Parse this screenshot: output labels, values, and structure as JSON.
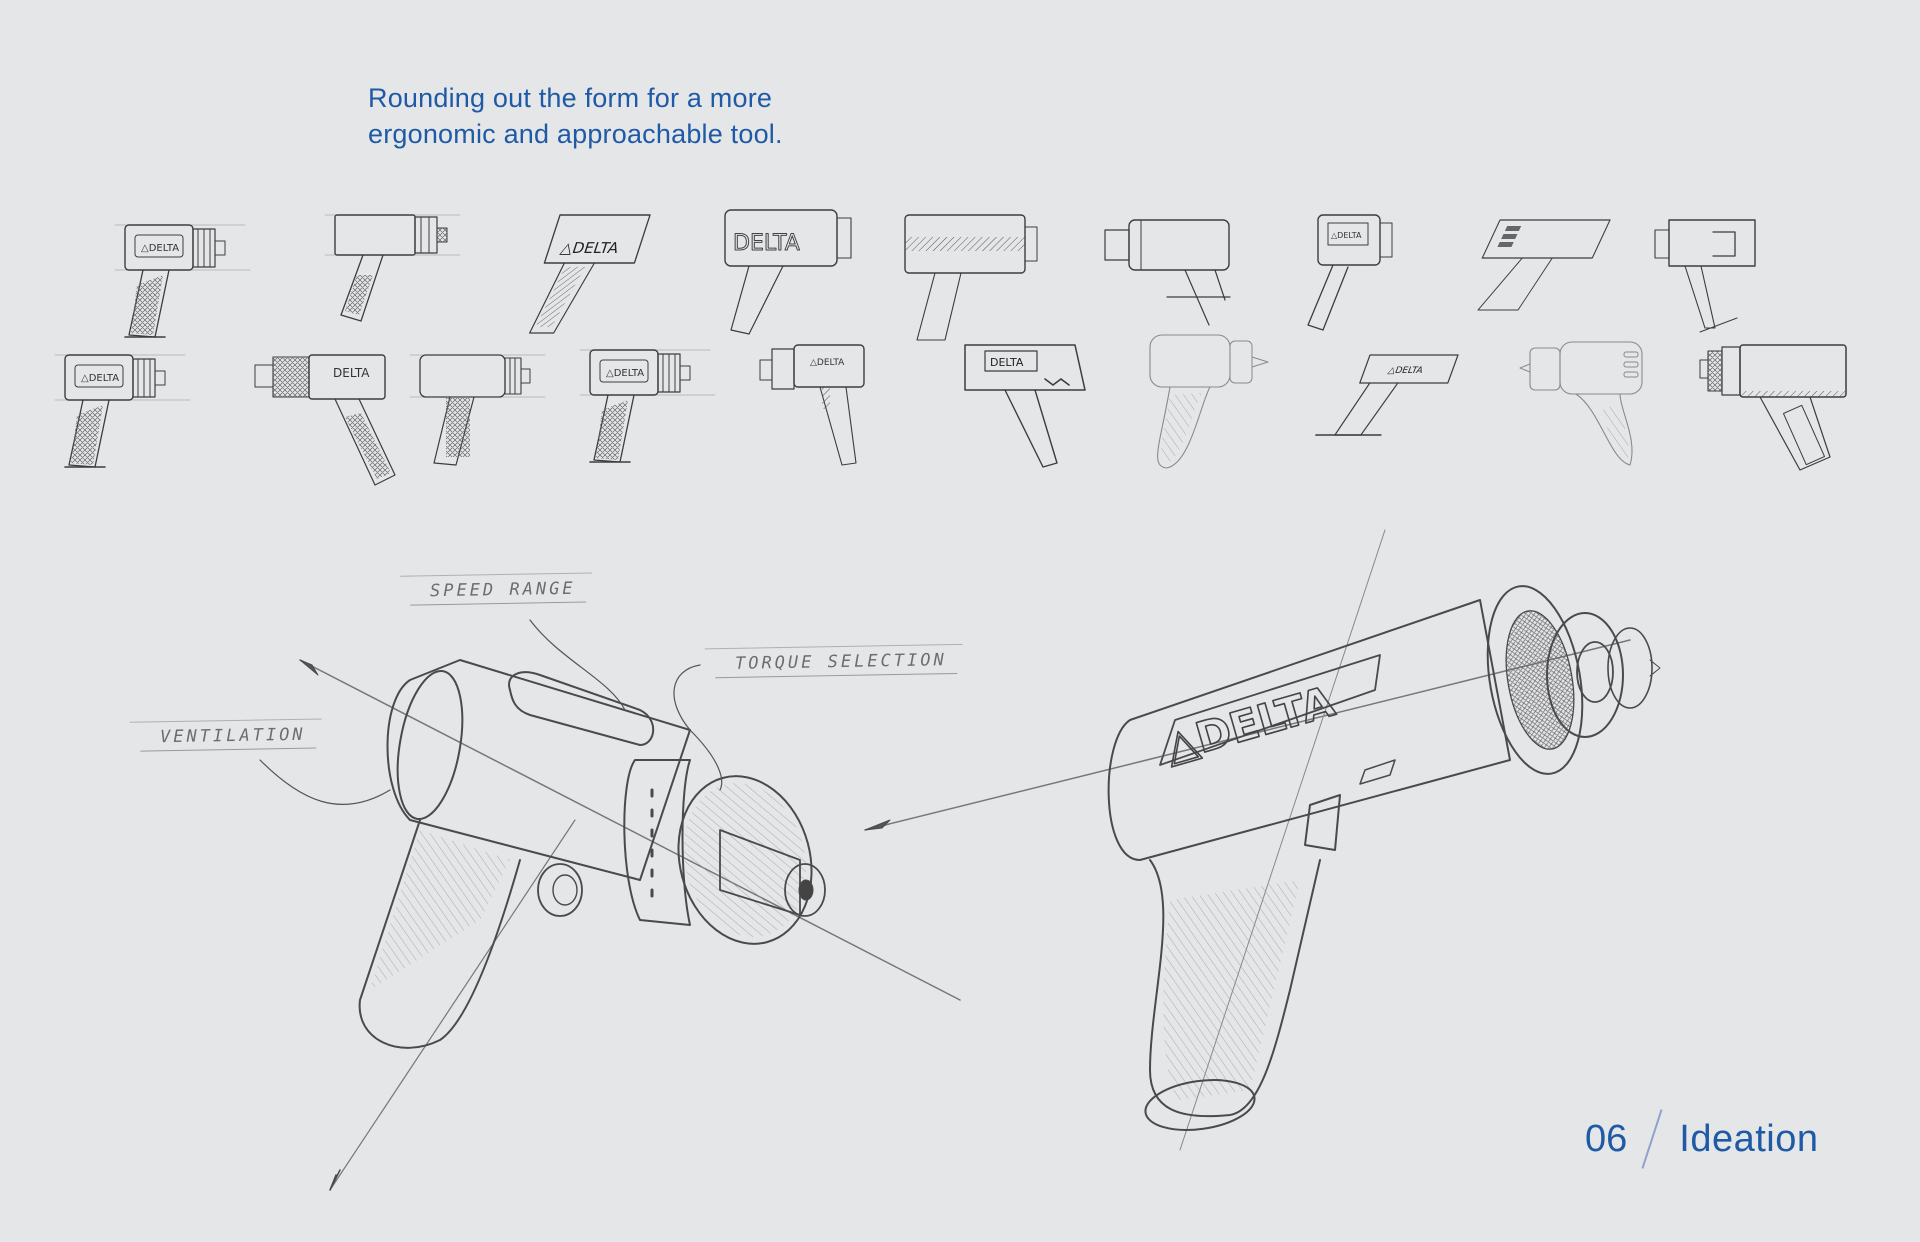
{
  "intro": {
    "line1": "Rounding out the form for a more",
    "line2": "ergonomic and approachable tool."
  },
  "page": {
    "number": "06",
    "section": "Ideation"
  },
  "annotations": {
    "speed_range": "SPEED RANGE",
    "torque_selection": "TORQUE SELECTION",
    "ventilation": "VENTILATION"
  },
  "brand": "DELTA",
  "thumbnail_rows": [
    {
      "count": 9,
      "label": "row-1"
    },
    {
      "count": 10,
      "label": "row-2"
    }
  ],
  "colors": {
    "background": "#e5e6e8",
    "accent": "#1f5aa6",
    "pencil": "#4a4a4a"
  }
}
